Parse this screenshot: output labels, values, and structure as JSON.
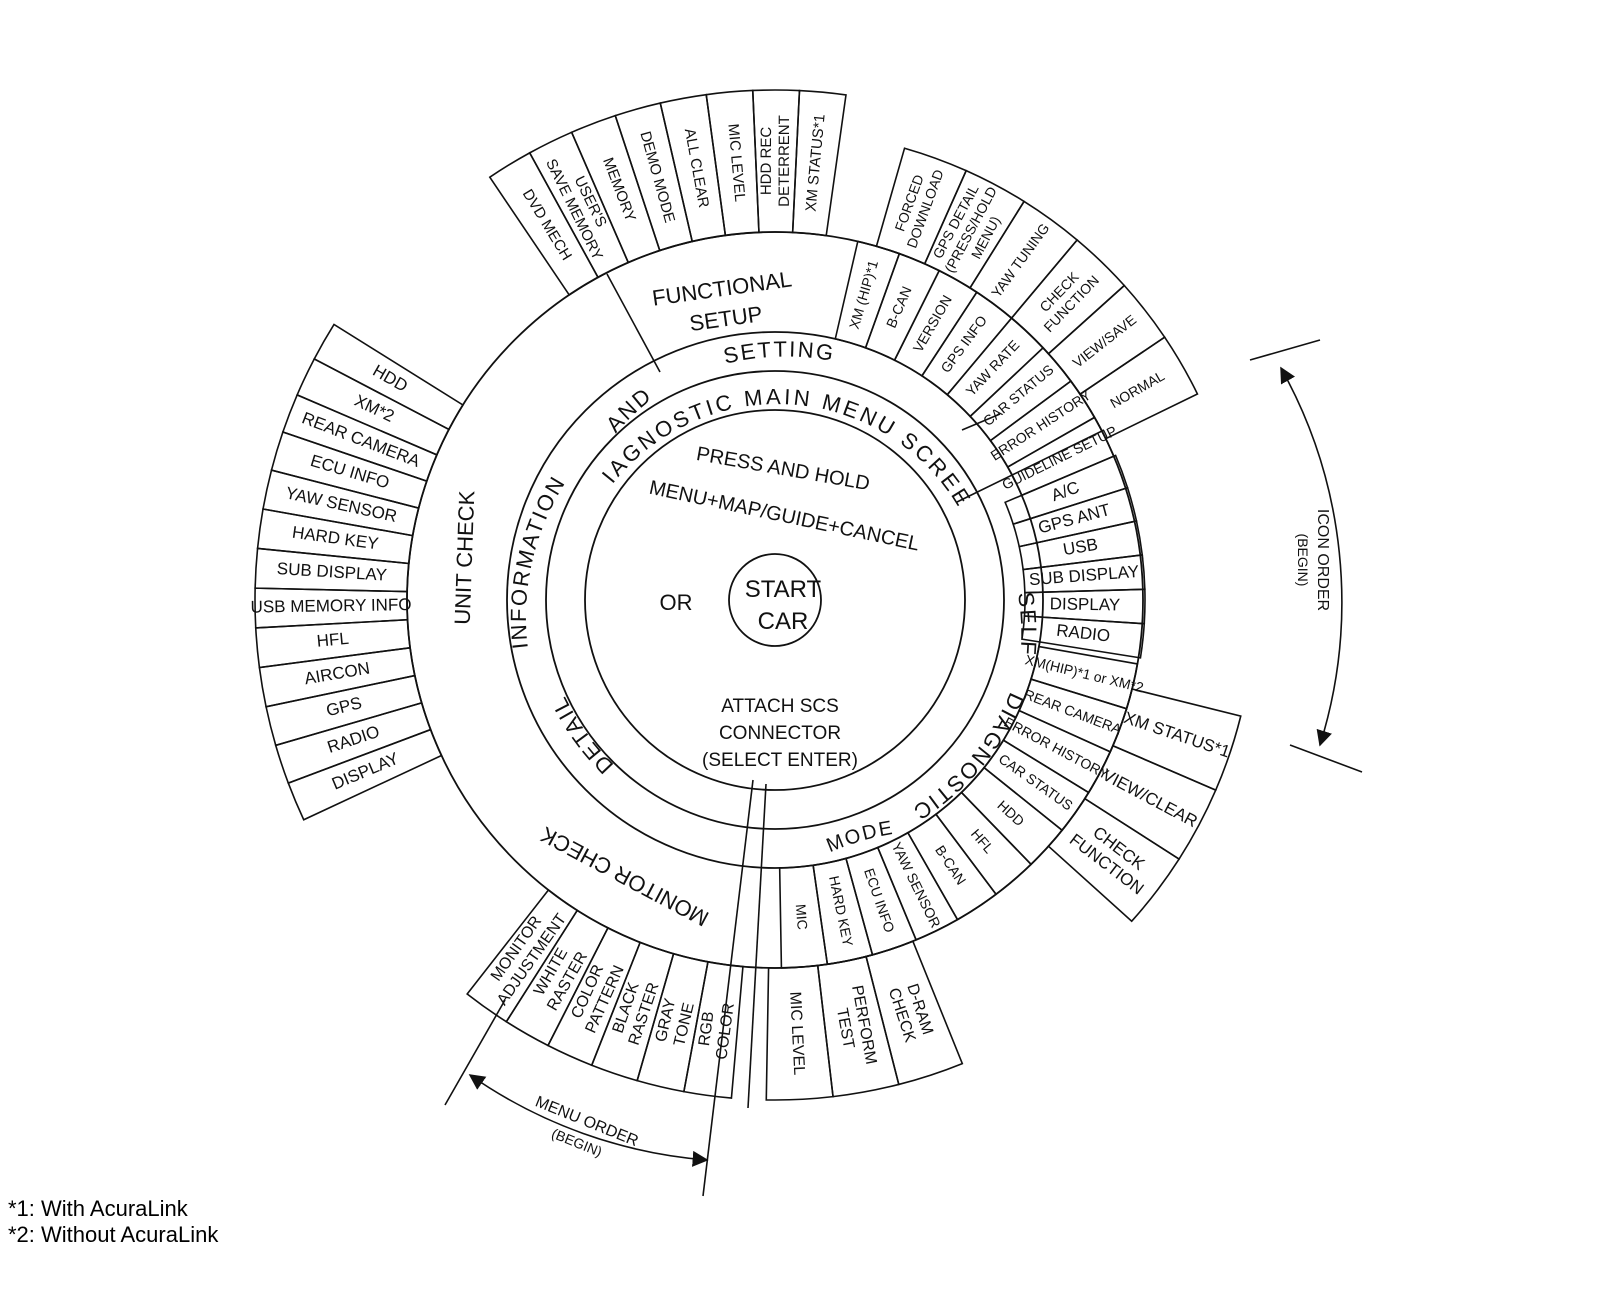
{
  "center": {
    "start_line1": "START",
    "start_line2": "CAR",
    "or": "OR",
    "press_hold": "PRESS AND HOLD",
    "buttons": "MENU+MAP/GUIDE+CANCEL",
    "attach_line1": "ATTACH SCS",
    "attach_line2": "CONNECTOR",
    "attach_line3": "(SELECT ENTER)"
  },
  "main_menu_arc": "DIAGNOSTIC MAIN MENU SCREEN",
  "categories": {
    "setting": "SETTING",
    "and": "AND",
    "information": "INFORMATION",
    "detail": "DETAIL",
    "self": "SELF",
    "diagnostic": "DIAGNOSTIC",
    "mode": "MODE",
    "functional_setup_line1": "FUNCTIONAL",
    "functional_setup_line2": "SETUP",
    "unit_check": "UNIT CHECK",
    "monitor_check": "MONITOR CHECK"
  },
  "functional_setup_items": [
    {
      "l1": "DVD MECH",
      "l2": ""
    },
    {
      "l1": "USER'S",
      "l2": "SAVE MEMORY"
    },
    {
      "l1": "MEMORY",
      "l2": ""
    },
    {
      "l1": "DEMO MODE",
      "l2": ""
    },
    {
      "l1": "ALL CLEAR",
      "l2": ""
    },
    {
      "l1": "MIC LEVEL",
      "l2": ""
    },
    {
      "l1": "HDD REC",
      "l2": "DETERRENT"
    },
    {
      "l1": "XM STATUS",
      "l2": "",
      "sup": "*1"
    }
  ],
  "info_items": [
    {
      "l1": "XM (HIP)",
      "sup": "*1"
    },
    {
      "l1": "B-CAN"
    },
    {
      "l1": "VERSION"
    },
    {
      "l1": "GPS INFO"
    },
    {
      "l1": "YAW RATE"
    },
    {
      "l1": "CAR STATUS"
    },
    {
      "l1": "ERROR HISTORY"
    },
    {
      "l1": "GUIDELINE SETUP"
    }
  ],
  "info_outer_items": [
    {
      "l1": "FORCED",
      "l2": "DOWNLOAD"
    },
    {
      "l1": "GPS DETAIL",
      "l2": "(PRESS/HOLD",
      "l3": "MENU)"
    },
    {
      "l1": "YAW TUNING"
    },
    {
      "l1": "CHECK",
      "l2": "FUNCTION"
    },
    {
      "l1": "VIEW/SAVE"
    },
    {
      "l1": "NORMAL"
    }
  ],
  "unit_check_items": [
    "HDD",
    "XM*2",
    "REAR CAMERA",
    "ECU INFO",
    "YAW SENSOR",
    "HARD KEY",
    "SUB DISPLAY",
    "USB MEMORY INFO",
    "HFL",
    "AIRCON",
    "GPS",
    "RADIO",
    "DISPLAY"
  ],
  "self_diag_items": [
    "A/C",
    "GPS ANT",
    "USB",
    "SUB DISPLAY",
    "DISPLAY",
    "RADIO"
  ],
  "self_diag_lower_items": [
    {
      "l1": "XM(HIP)*1 or XM*2"
    },
    {
      "l1": "REAR CAMERA"
    },
    {
      "l1": "ERROR HISTORY"
    },
    {
      "l1": "CAR STATUS"
    },
    {
      "l1": "HDD"
    },
    {
      "l1": "HFL"
    },
    {
      "l1": "B-CAN"
    },
    {
      "l1": "YAW SENSOR"
    },
    {
      "l1": "ECU INFO"
    },
    {
      "l1": "HARD KEY"
    },
    {
      "l1": "MIC"
    }
  ],
  "self_diag_outer_items": [
    {
      "l1": "XM STATUS",
      "sup": "*1"
    },
    {
      "l1": "VIEW/CLEAR"
    },
    {
      "l1": "CHECK",
      "l2": "FUNCTION"
    }
  ],
  "mode_outer_items": [
    {
      "l1": "MIC LEVEL"
    },
    {
      "l1": "PERFORM",
      "l2": "TEST"
    },
    {
      "l1": "D-RAM",
      "l2": "CHECK"
    }
  ],
  "monitor_items": [
    {
      "l1": "MONITOR",
      "l2": "ADJUSTMENT"
    },
    {
      "l1": "WHITE",
      "l2": "RASTER"
    },
    {
      "l1": "COLOR",
      "l2": "PATTERN"
    },
    {
      "l1": "BLACK",
      "l2": "RASTER"
    },
    {
      "l1": "GRAY",
      "l2": "TONE"
    },
    {
      "l1": "RGB",
      "l2": "COLOR"
    }
  ],
  "icon_order": {
    "l1": "ICON ORDER",
    "l2": "(BEGIN)"
  },
  "menu_order": {
    "l1": "MENU ORDER",
    "l2": "(BEGIN)"
  },
  "footnotes": [
    "*1: With AcuraLink",
    "*2: Without AcuraLink"
  ]
}
